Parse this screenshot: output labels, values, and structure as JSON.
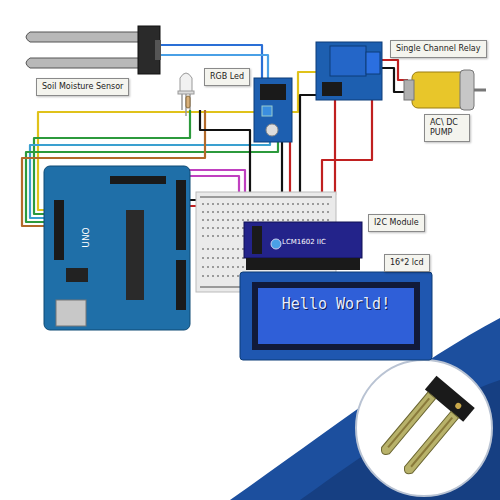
{
  "diagram": {
    "nodes": [
      {
        "text": [
          "Soil Moisture Sensor"
        ]
      },
      {
        "text": [
          "RGB Led"
        ]
      },
      {
        "text": [
          "Single Channel Relay"
        ]
      },
      {
        "text": [
          "AC\\ DC PUMP"
        ]
      },
      {
        "text": [
          "I2C Module"
        ]
      },
      {
        "text": [
          "16*2 lcd"
        ]
      }
    ],
    "labels": [
      "Hello World!",
      "LCM1602 IIC",
      "UNO"
    ]
  }
}
